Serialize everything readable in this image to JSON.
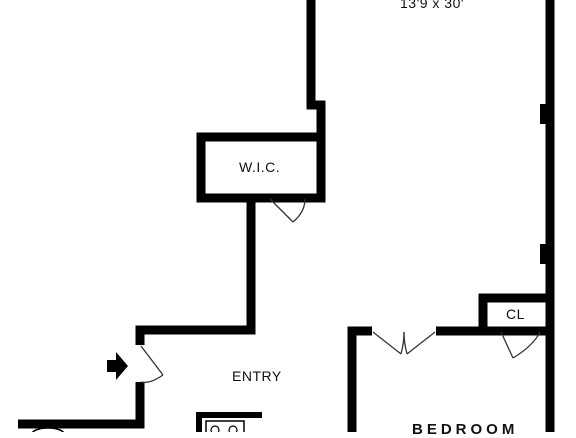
{
  "plan": {
    "living_room_dimensions": "13'9 x 30'",
    "wic_label": "W.I.C.",
    "closet_label": "CL",
    "entry_label": "ENTRY",
    "bedroom_label": "BEDROOM"
  },
  "colors": {
    "wall": "#000000",
    "background": "#ffffff",
    "door_line": "#444444"
  },
  "icons": {
    "entry_marker": "entry-arrow-icon"
  }
}
